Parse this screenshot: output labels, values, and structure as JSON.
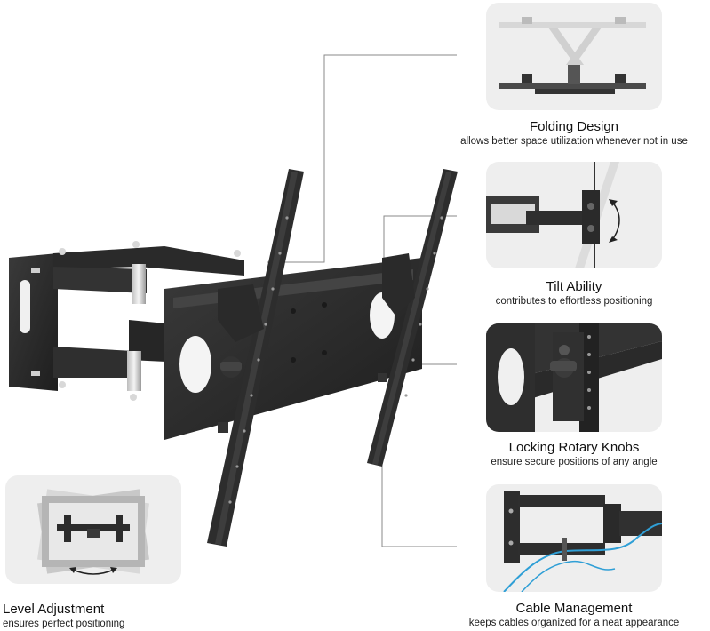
{
  "features": [
    {
      "title": "Folding Design",
      "subtitle": "allows better space utilization whenever not in use",
      "icon": "folding-arm-image"
    },
    {
      "title": "Tilt Ability",
      "subtitle": "contributes to effortless positioning",
      "icon": "tilt-image"
    },
    {
      "title": "Locking Rotary Knobs",
      "subtitle": "ensure secure positions of any angle",
      "icon": "knob-image"
    },
    {
      "title": "Cable Management",
      "subtitle": "keeps cables organized for a neat appearance",
      "icon": "cable-image"
    }
  ],
  "level": {
    "title": "Level Adjustment",
    "subtitle": "ensures perfect positioning",
    "icon": "level-image"
  },
  "colors": {
    "panel": "#eeeeee",
    "metal": "#2b2b2b",
    "metal_light": "#4a4a4a",
    "cable": "#2f9fd6",
    "line": "#8a8a8a"
  }
}
